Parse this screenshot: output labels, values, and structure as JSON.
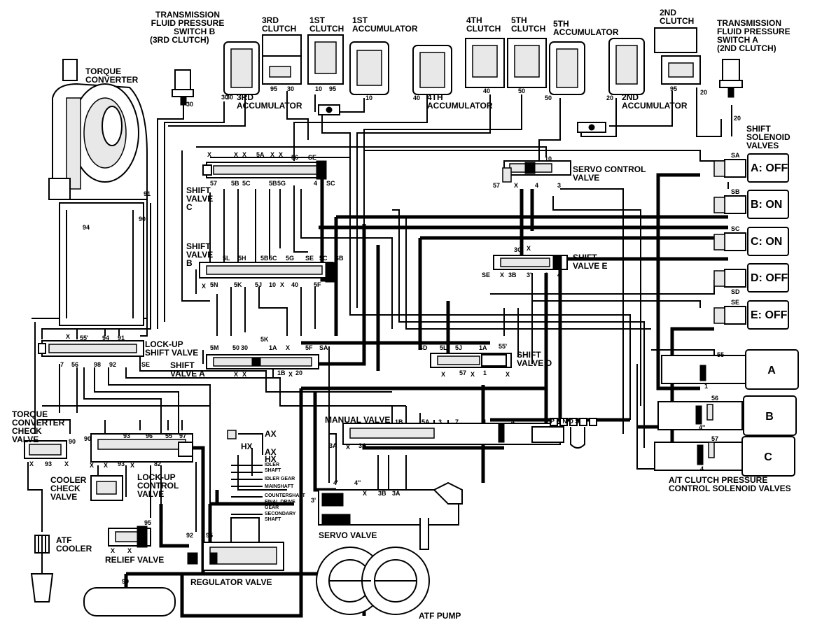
{
  "labels": {
    "tfps_b": [
      "TRANSMISSION",
      "FLUID PRESSURE",
      "SWITCH B",
      "(3RD CLUTCH)"
    ],
    "tfps_a": [
      "TRANSMISSION",
      "FLUID PRESSURE",
      "SWITCH A",
      "(2ND CLUTCH)"
    ],
    "clutch_3rd": [
      "3RD",
      "CLUTCH"
    ],
    "clutch_1st": [
      "1ST",
      "CLUTCH"
    ],
    "acc_1st": [
      "1ST",
      "ACCUMULATOR"
    ],
    "clutch_4th": [
      "4TH",
      "CLUTCH"
    ],
    "clutch_5th": [
      "5TH",
      "CLUTCH"
    ],
    "acc_5th": [
      "5TH",
      "ACCUMULATOR"
    ],
    "clutch_2nd": [
      "2ND",
      "CLUTCH"
    ],
    "acc_3rd": [
      "3RD",
      "ACCUMULATOR"
    ],
    "acc_4th": [
      "4TH",
      "ACCUMULATOR"
    ],
    "acc_2nd": [
      "2ND",
      "ACCUMULATOR"
    ],
    "torque_converter": [
      "TORQUE",
      "CONVERTER"
    ],
    "shift_solenoid_valves": [
      "SHIFT",
      "SOLENOID",
      "VALVES"
    ],
    "servo_control_valve": [
      "SERVO CONTROL",
      "VALVE"
    ],
    "shift_valve_c": [
      "SHIFT",
      "VALVE",
      "C"
    ],
    "shift_valve_b": [
      "SHIFT",
      "VALVE",
      "B"
    ],
    "shift_valve_e": [
      "SHIFT",
      "VALVE E"
    ],
    "lockup_shift_valve": [
      "LOCK-UP",
      "SHIFT VALVE"
    ],
    "shift_valve_a": [
      "SHIFT",
      "VALVE A"
    ],
    "shift_valve_d": [
      "SHIFT",
      "VALVE D"
    ],
    "tc_check_valve": [
      "TORQUE",
      "CONVERTER",
      "CHECK",
      "VALVE"
    ],
    "cooler_check_valve": [
      "COOLER",
      "CHECK",
      "VALVE"
    ],
    "lockup_control_valve": [
      "LOCK-UP",
      "CONTROL",
      "VALVE"
    ],
    "manual_valve": "MANUAL VALVE",
    "servo_valve": "SERVO VALVE",
    "relief_valve": "RELIEF VALVE",
    "regulator_valve": "REGULATOR VALVE",
    "atf_pump": "ATF PUMP",
    "atf_cooler": [
      "ATF",
      "COOLER"
    ],
    "atcps_valves": [
      "A/T CLUTCH PRESSURE",
      "CONTROL SOLENOID VALVES"
    ],
    "shafts": [
      "IDLER",
      "SHAFT",
      "IDLER GEAR",
      "MAINSHAFT",
      "COUNTERSHAFT",
      "FINAL DRIVE",
      "GEAR",
      "SECONDARY",
      "SHAFT"
    ],
    "manual_positions": "P R N D S"
  },
  "solenoids": [
    {
      "label": "A: OFF",
      "port": "SA"
    },
    {
      "label": "B: ON",
      "port": "SB"
    },
    {
      "label": "C: ON",
      "port": "SC"
    },
    {
      "label": "D: OFF",
      "port": "SD"
    },
    {
      "label": "E: OFF",
      "port": "SE"
    }
  ],
  "pressure_solenoids": [
    {
      "label": "A",
      "port": "55",
      "out": "1"
    },
    {
      "label": "B",
      "port": "56",
      "out": "4''"
    },
    {
      "label": "C",
      "port": "57",
      "out": "4"
    }
  ],
  "ports": {
    "top": [
      "30",
      "30",
      "95",
      "30",
      "10",
      "95",
      "10",
      "40",
      "40",
      "50",
      "50",
      "20",
      "95",
      "20",
      "30",
      "20"
    ],
    "shift_c": [
      "X",
      "X",
      "X",
      "5A",
      "X",
      "X",
      "56",
      "SE",
      "57",
      "5B",
      "5C",
      "5B",
      "5G",
      "4",
      "SC"
    ],
    "shift_b": [
      "5L",
      "5H",
      "5B",
      "5C",
      "5G",
      "SE",
      "5C",
      "SB",
      "X",
      "5N",
      "5K",
      "5J",
      "10",
      "X",
      "40",
      "5F"
    ],
    "servo_ctrl": [
      "10",
      "57",
      "X",
      "4",
      "3"
    ],
    "shift_e": [
      "3C",
      "X",
      "SE",
      "X",
      "3B",
      "3'",
      "3",
      "4"
    ],
    "lockup": [
      "X",
      "55'",
      "94",
      "91",
      "7",
      "56",
      "98",
      "92",
      "SE"
    ],
    "shift_a": [
      "5M",
      "50",
      "30",
      "5K",
      "1A",
      "X",
      "5F",
      "SA",
      "X",
      "X",
      "1B",
      "X",
      "20"
    ],
    "shift_d": [
      "SD",
      "5L",
      "5J",
      "1A",
      "55'",
      "X",
      "57",
      "X",
      "1",
      "X"
    ],
    "tc": [
      "91",
      "90",
      "94"
    ],
    "lower": [
      "90",
      "93",
      "X",
      "X",
      "90",
      "93",
      "96",
      "55",
      "97",
      "X",
      "X",
      "93",
      "X",
      "82",
      "95",
      "7",
      "X",
      "X",
      "92",
      "95",
      "99"
    ],
    "manual": [
      "1B",
      "5A",
      "3",
      "7",
      "1",
      "4",
      "3A",
      "X",
      "3A",
      "4'",
      "4''",
      "3'",
      "X",
      "3B",
      "3A"
    ],
    "reg": [
      "AX",
      "HX",
      "AX",
      "HX"
    ]
  }
}
